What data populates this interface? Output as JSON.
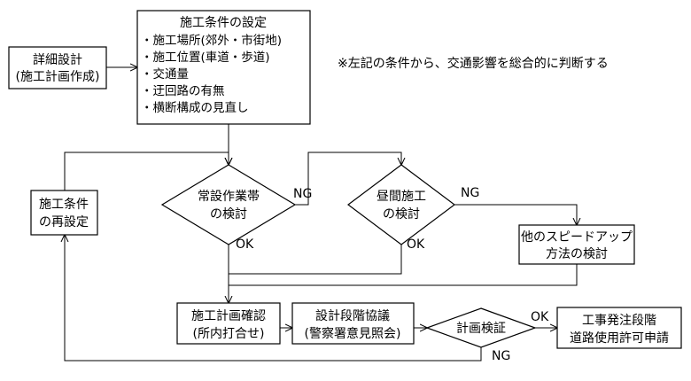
{
  "note": "※左記の条件から、交通影響を総合的に判断する",
  "boxes": {
    "detailed_design": [
      "詳細設計",
      "(施工計画作成)"
    ],
    "conditions": {
      "title": "施工条件の設定",
      "items": [
        "・施工場所(郊外・市街地)",
        "・施工位置(車道・歩道)",
        "・交通量",
        "・迂回路の有無",
        "・横断構成の見直し"
      ]
    },
    "reset_conditions": [
      "施工条件",
      "の再設定"
    ],
    "other_speedup": [
      "他のスピードアップ",
      "方法の検討"
    ],
    "plan_confirm": [
      "施工計画確認",
      "(所内打合せ)"
    ],
    "design_consult": [
      "設計段階協議",
      "(警察署意見照会)"
    ],
    "order_stage": [
      "工事発注段階",
      "道路使用許可申請"
    ]
  },
  "decisions": {
    "permanent_zone": [
      "常設作業帯",
      "の検討"
    ],
    "daytime": [
      "昼間施工",
      "の検討"
    ],
    "plan_verify": [
      "計画検証"
    ]
  },
  "labels": {
    "ng": "NG",
    "ok": "OK"
  }
}
